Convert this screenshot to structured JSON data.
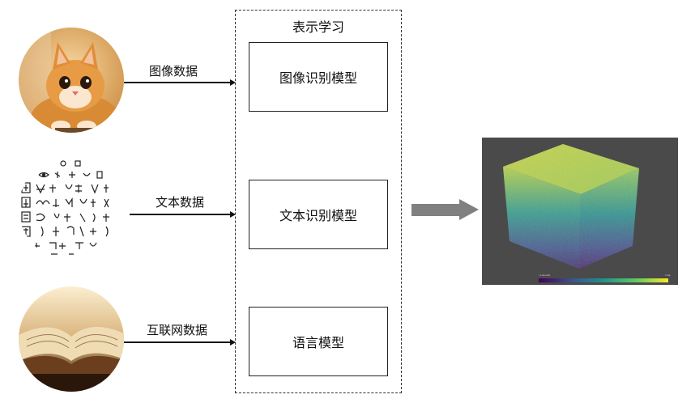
{
  "sources": [
    {
      "id": "image",
      "label": "图像数据",
      "picture": "orange-cat-photo"
    },
    {
      "id": "text",
      "label": "文本数据",
      "picture": "ancient-glyphs-image"
    },
    {
      "id": "internet",
      "label": "互联网数据",
      "picture": "open-book-photo"
    }
  ],
  "frame": {
    "title": "表示学习"
  },
  "models": [
    {
      "label": "图像识别模型"
    },
    {
      "label": "文本识别模型"
    },
    {
      "label": "语言模型"
    }
  ],
  "result": {
    "picture": "3d-embedding-point-cloud",
    "colorbar": {
      "colormap": "viridis",
      "tick_labels": [
        "-1.2e+00",
        "",
        "",
        "",
        "1.0e"
      ]
    }
  },
  "colors": {
    "panel_bg": "#4a4a4a",
    "arrow": "#808080",
    "line": "#111111"
  }
}
